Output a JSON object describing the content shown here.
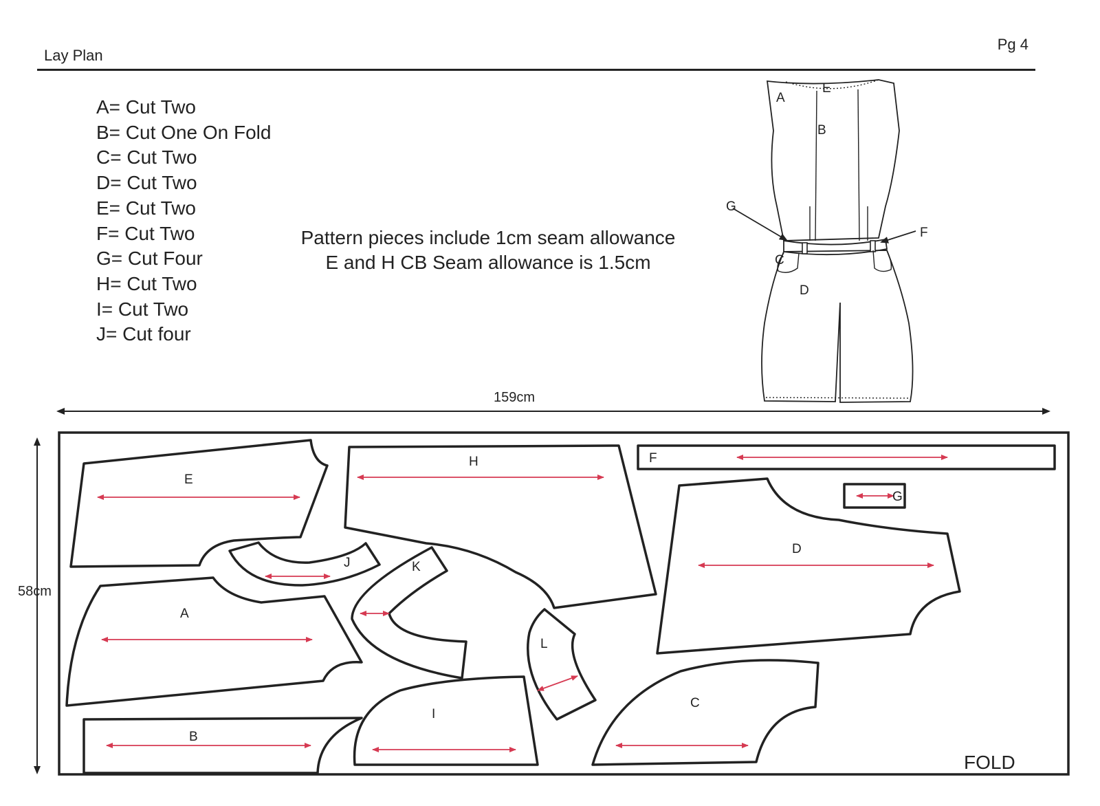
{
  "header": {
    "title": "Lay Plan",
    "page": "Pg 4"
  },
  "legend": [
    "A= Cut Two",
    "B= Cut One On Fold",
    "C= Cut Two",
    "D= Cut Two",
    "E= Cut Two",
    "F= Cut Two",
    "G= Cut Four",
    "H= Cut Two",
    "I= Cut Two",
    "J= Cut four"
  ],
  "notes": {
    "line1": "Pattern pieces include 1cm seam allowance",
    "line2": "E and H CB Seam allowance is 1.5cm"
  },
  "dimensions": {
    "width": "159cm",
    "height": "58cm"
  },
  "fold_label": "FOLD",
  "garment_labels": {
    "a": "A",
    "b": "B",
    "c": "C",
    "d": "D",
    "e": "E",
    "f": "F",
    "g": "G"
  },
  "pieces": {
    "a": "A",
    "b": "B",
    "c": "C",
    "d": "D",
    "e": "E",
    "f": "F",
    "g": "G",
    "h": "H",
    "i": "I",
    "j": "J",
    "k": "K",
    "l": "L"
  },
  "colors": {
    "grainline": "#d63a52",
    "outline": "#222222"
  }
}
